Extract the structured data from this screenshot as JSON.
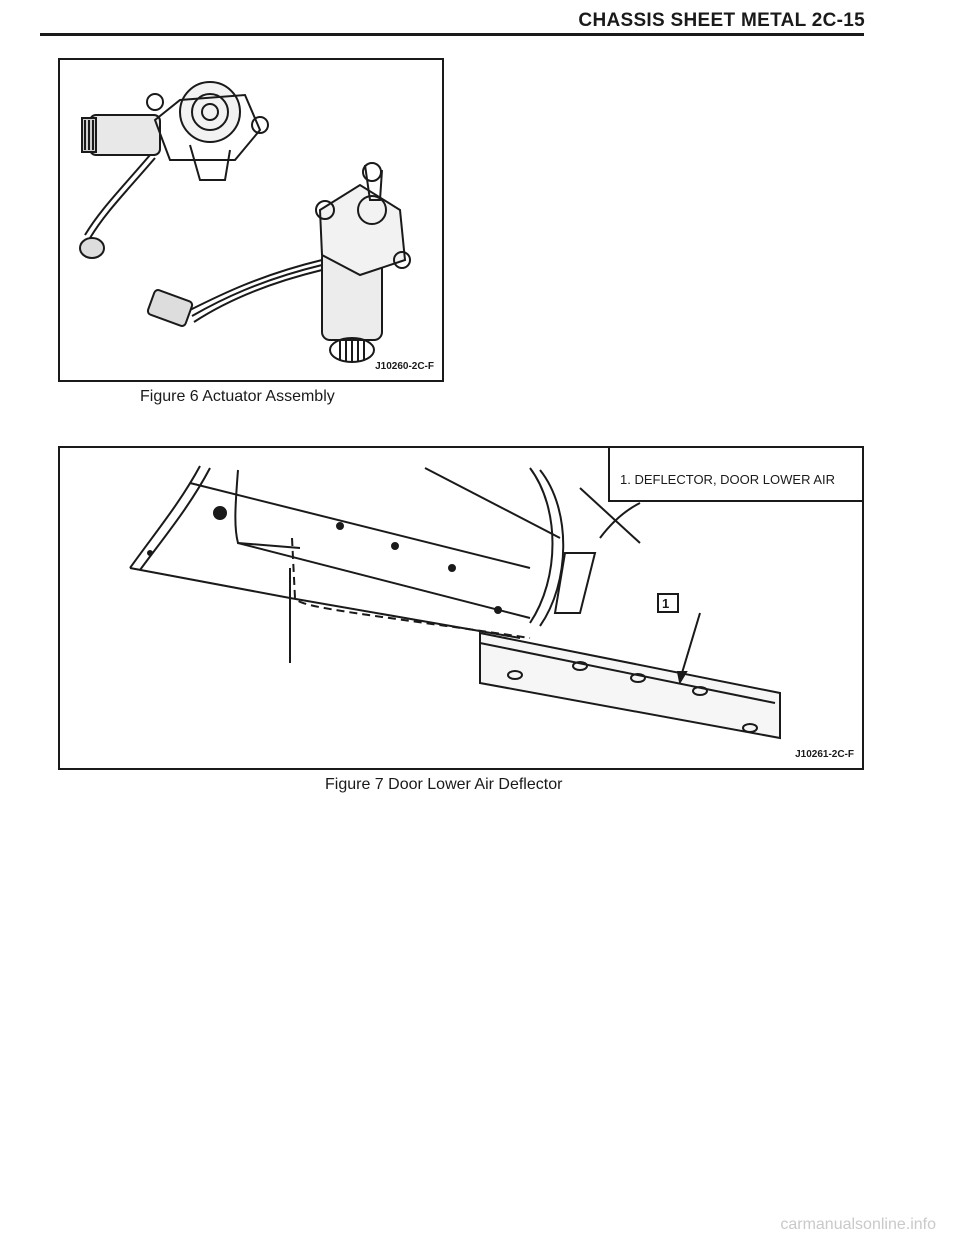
{
  "header": {
    "title": "CHASSIS SHEET METAL 2C-15"
  },
  "figure6": {
    "caption": "Figure 6 Actuator Assembly",
    "id": "J10260-2C-F"
  },
  "figure7": {
    "caption": "Figure 7 Door Lower Air Deflector",
    "id": "J10261-2C-F",
    "legend": [
      "1. DEFLECTOR, DOOR LOWER AIR"
    ],
    "callout": "1"
  },
  "footer": {
    "watermark": "carmanualsonline.info"
  }
}
